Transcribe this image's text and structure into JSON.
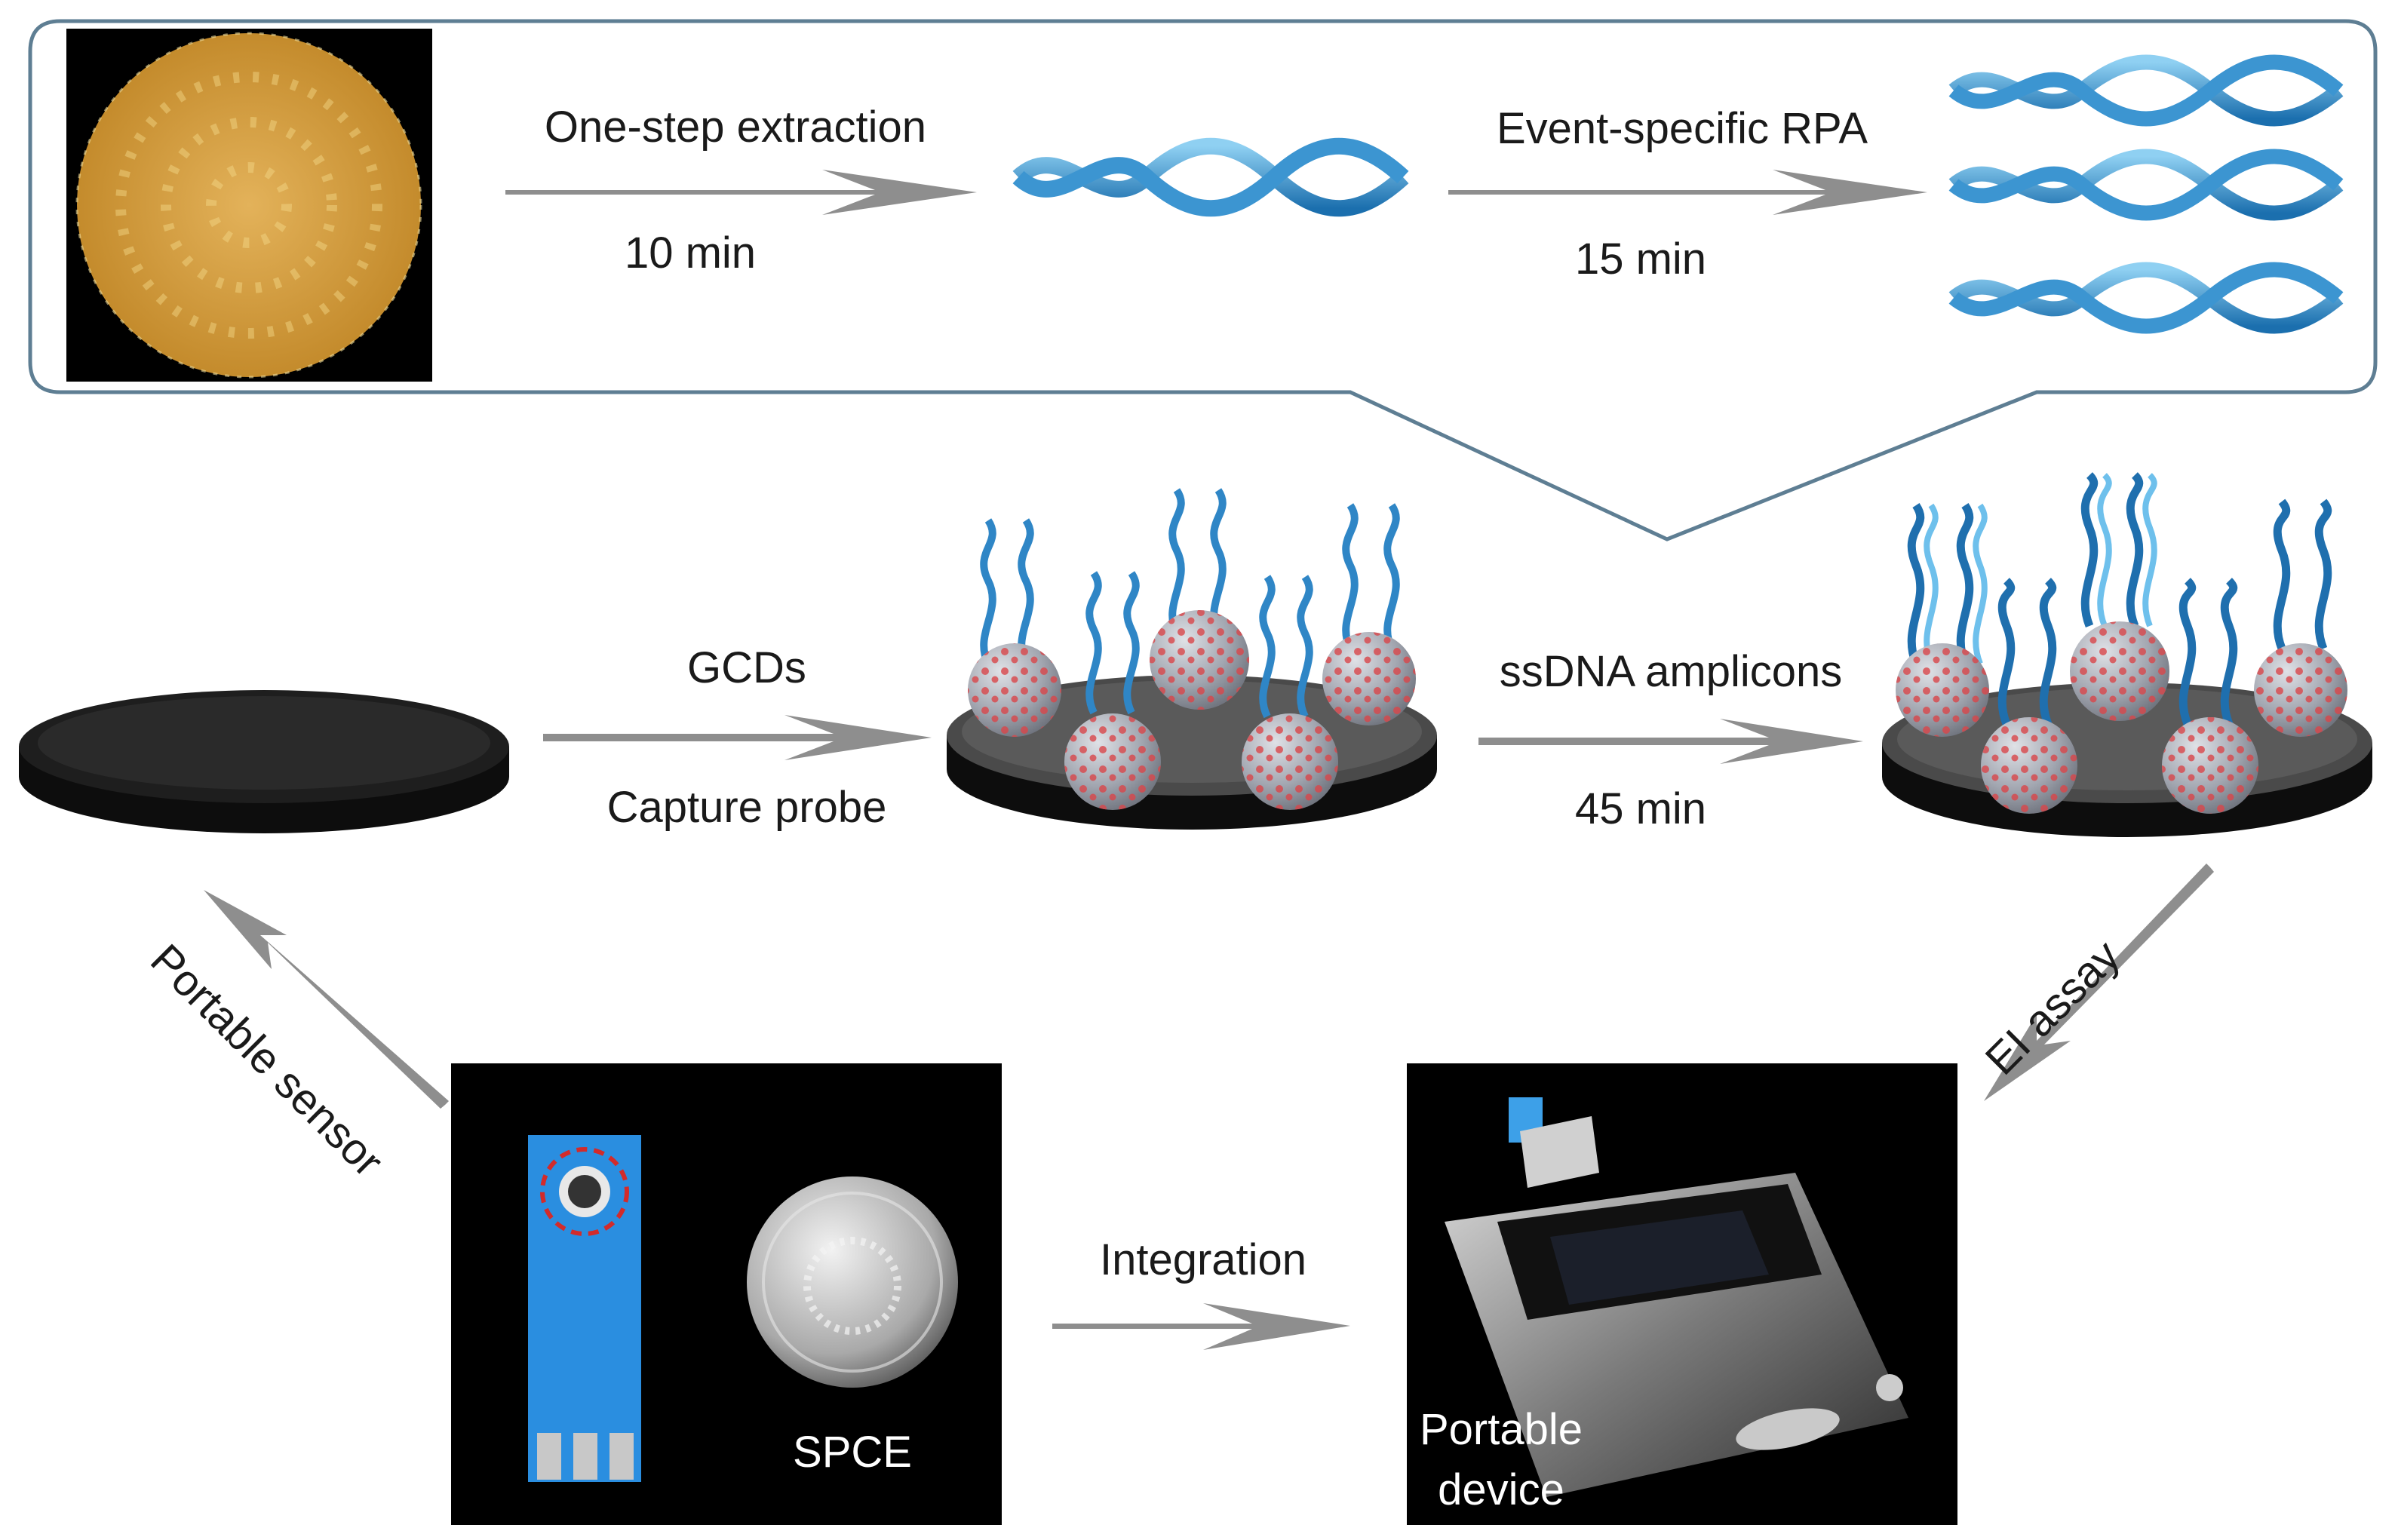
{
  "labels": {
    "extraction": "One-step extraction",
    "extraction_time": "10 min",
    "rpa": "Event-specific RPA",
    "rpa_time": "15 min",
    "gcds": "GCDs",
    "capture_probe": "Capture probe",
    "amplicons": "ssDNA amplicons",
    "amplicons_time": "45 min",
    "ei_assay": "EI assay",
    "portable_sensor": "Portable sensor",
    "integration": "Integration",
    "spce": "SPCE",
    "portable_device_1": "Portable",
    "portable_device_2": "device"
  },
  "colors": {
    "frame": "#5e7e93",
    "arrow": "#8e8e8e",
    "dna_light": "#5fb4e6",
    "dna_dark": "#1b6fae",
    "disk_top": "#2a2a2a",
    "sphere": "#a7aab3",
    "sphere_dots": "#d9464a",
    "strip_blue": "#2a8ee0",
    "corn": "#d9a546",
    "photo_bg": "#000000"
  }
}
